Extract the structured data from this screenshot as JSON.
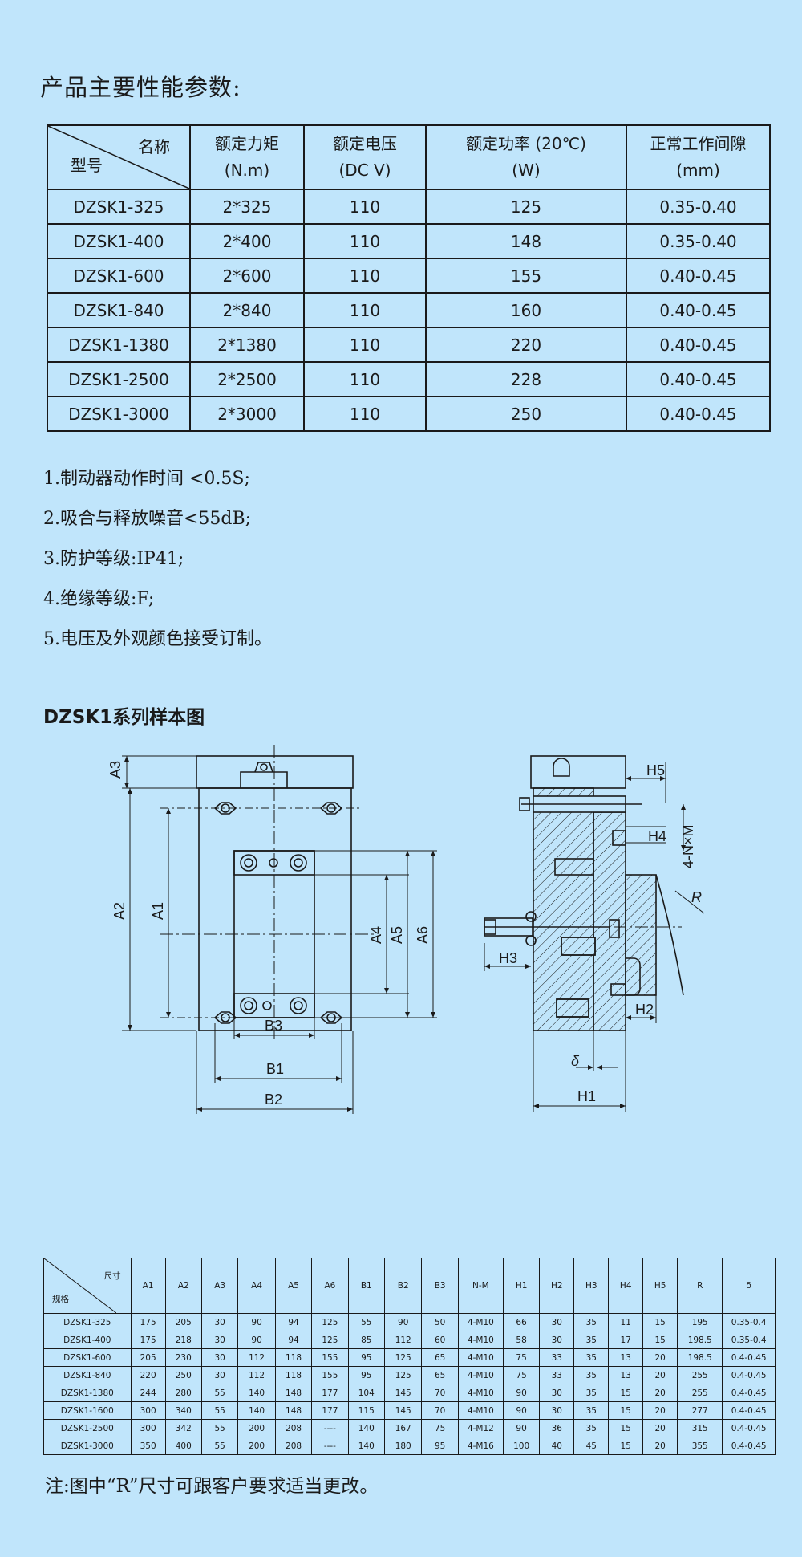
{
  "title": "产品主要性能参数:",
  "perf_table": {
    "corner_name": "名称",
    "corner_model": "型号",
    "headers": [
      [
        "额定力矩",
        "(N.m)"
      ],
      [
        "额定电压",
        "(DC V)"
      ],
      [
        "额定功率 (20℃)",
        "(W)"
      ],
      [
        "正常工作间隙",
        "(mm)"
      ]
    ],
    "rows": [
      [
        "DZSK1-325",
        "2*325",
        "110",
        "125",
        "0.35-0.40"
      ],
      [
        "DZSK1-400",
        "2*400",
        "110",
        "148",
        "0.35-0.40"
      ],
      [
        "DZSK1-600",
        "2*600",
        "110",
        "155",
        "0.40-0.45"
      ],
      [
        "DZSK1-840",
        "2*840",
        "110",
        "160",
        "0.40-0.45"
      ],
      [
        "DZSK1-1380",
        "2*1380",
        "110",
        "220",
        "0.40-0.45"
      ],
      [
        "DZSK1-2500",
        "2*2500",
        "110",
        "228",
        "0.40-0.45"
      ],
      [
        "DZSK1-3000",
        "2*3000",
        "110",
        "250",
        "0.40-0.45"
      ]
    ]
  },
  "notes": [
    "1.制动器动作时间 <0.5S;",
    "2.吸合与释放噪音<55dB;",
    "3.防护等级:IP41;",
    "4.绝缘等级:F;",
    "5.电压及外观颜色接受订制。"
  ],
  "section_title": "DZSK1系列样本图",
  "drawing_labels": {
    "A1": "A1",
    "A2": "A2",
    "A3": "A3",
    "A4": "A4",
    "A5": "A5",
    "A6": "A6",
    "B1": "B1",
    "B2": "B2",
    "B3": "B3",
    "H1": "H1",
    "H2": "H2",
    "H3": "H3",
    "H4": "H4",
    "H5": "H5",
    "R": "R",
    "delta": "δ",
    "NM": "4-N×M"
  },
  "dim_table": {
    "corner_top": "尺寸",
    "corner_bottom": "规格",
    "headers": [
      "A1",
      "A2",
      "A3",
      "A4",
      "A5",
      "A6",
      "B1",
      "B2",
      "B3",
      "N-M",
      "H1",
      "H2",
      "H3",
      "H4",
      "H5",
      "R",
      "δ"
    ],
    "rows": [
      [
        "DZSK1-325",
        "175",
        "205",
        "30",
        "90",
        "94",
        "125",
        "55",
        "90",
        "50",
        "4-M10",
        "66",
        "30",
        "35",
        "11",
        "15",
        "195",
        "0.35-0.4"
      ],
      [
        "DZSK1-400",
        "175",
        "218",
        "30",
        "90",
        "94",
        "125",
        "85",
        "112",
        "60",
        "4-M10",
        "58",
        "30",
        "35",
        "17",
        "15",
        "198.5",
        "0.35-0.4"
      ],
      [
        "DZSK1-600",
        "205",
        "230",
        "30",
        "112",
        "118",
        "155",
        "95",
        "125",
        "65",
        "4-M10",
        "75",
        "33",
        "35",
        "13",
        "20",
        "198.5",
        "0.4-0.45"
      ],
      [
        "DZSK1-840",
        "220",
        "250",
        "30",
        "112",
        "118",
        "155",
        "95",
        "125",
        "65",
        "4-M10",
        "75",
        "33",
        "35",
        "13",
        "20",
        "255",
        "0.4-0.45"
      ],
      [
        "DZSK1-1380",
        "244",
        "280",
        "55",
        "140",
        "148",
        "177",
        "104",
        "145",
        "70",
        "4-M10",
        "90",
        "30",
        "35",
        "15",
        "20",
        "255",
        "0.4-0.45"
      ],
      [
        "DZSK1-1600",
        "300",
        "340",
        "55",
        "140",
        "148",
        "177",
        "115",
        "145",
        "70",
        "4-M10",
        "90",
        "30",
        "35",
        "15",
        "20",
        "277",
        "0.4-0.45"
      ],
      [
        "DZSK1-2500",
        "300",
        "342",
        "55",
        "200",
        "208",
        "----",
        "140",
        "167",
        "75",
        "4-M12",
        "90",
        "36",
        "35",
        "15",
        "20",
        "315",
        "0.4-0.45"
      ],
      [
        "DZSK1-3000",
        "350",
        "400",
        "55",
        "200",
        "208",
        "----",
        "140",
        "180",
        "95",
        "4-M16",
        "100",
        "40",
        "45",
        "15",
        "20",
        "355",
        "0.4-0.45"
      ]
    ]
  },
  "footnote": "注:图中“R”尺寸可跟客户要求适当更改。"
}
